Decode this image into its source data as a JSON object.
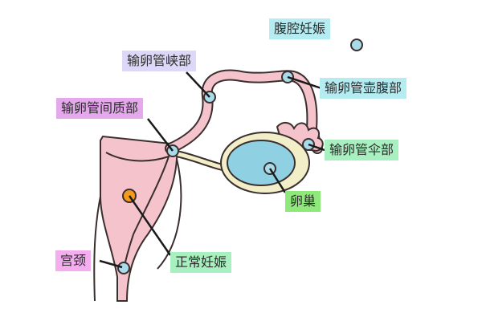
{
  "labels": {
    "ectopic_abdominal": "腹腔妊娠",
    "isthmus": "输卵管峡部",
    "ampulla": "输卵管壶腹部",
    "interstitial": "输卵管间质部",
    "fimbria": "输卵管伞部",
    "ovary": "卵巢",
    "normal": "正常妊娠",
    "cervix": "宫颈"
  },
  "colors": {
    "tube_fill": "#f5c3cb",
    "tube_outline": "#3a2e2e",
    "ovary_fill": "#f2eec7",
    "ovary_inner": "#8fd0e3",
    "site_marker": "#a8dcea",
    "normal_marker": "#f59a1a",
    "label_cyan": "#b5ecf2",
    "label_lavender": "#ddd8f7",
    "label_magenta": "#e6a8ec",
    "label_green": "#a8f0c0",
    "label_lime": "#8fe87a",
    "label_pink": "#f4aef0"
  }
}
